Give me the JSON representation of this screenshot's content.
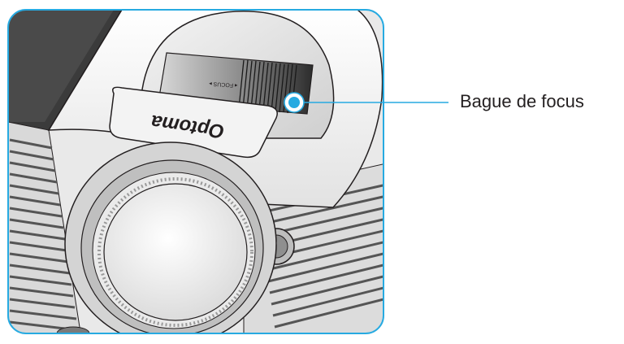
{
  "figure": {
    "callout": {
      "label": "Bague de focus"
    },
    "engraving": {
      "brand": "Optoma",
      "ring_text": "◂ FOCUS ▸"
    },
    "colors": {
      "frame_border": "#27aae1",
      "callout_line": "#27aae1",
      "callout_dot": "#27aae1",
      "ink": "#231f20"
    }
  }
}
